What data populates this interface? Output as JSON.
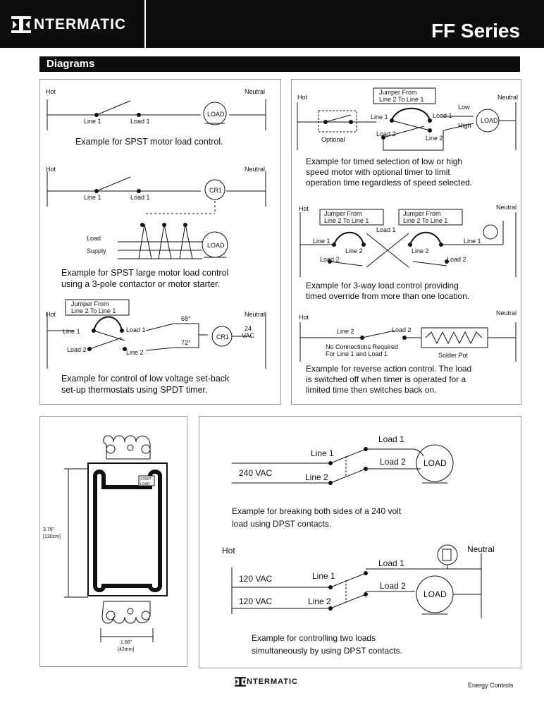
{
  "header": {
    "brand": "NTERMATIC",
    "series_title": "FF Series"
  },
  "section": {
    "title": "Diagrams"
  },
  "common": {
    "hot": "Hot",
    "neutral": "Neutral",
    "line1": "Line 1",
    "line2": "Line 2",
    "load1": "Load 1",
    "load2": "Load 2",
    "load": "LOAD",
    "cr1": "CR1",
    "low": "Low",
    "high": "High",
    "jumper_l2l1_a": "Jumper From",
    "jumper_l2l1_b": "Line 2 To Line 1",
    "load_word": "Load",
    "supply_word": "Supply",
    "optional": "Optional",
    "v24": "24",
    "vac": "VAC",
    "t68": "68°",
    "t72": "72°"
  },
  "diagrams": {
    "d1": {
      "caption": "Example for SPST motor load control."
    },
    "d2": {
      "caption_1": "Example for SPST large motor load control",
      "caption_2": "using a 3-pole contactor or motor starter."
    },
    "d3": {
      "caption_1": "Example for control of low voltage set-back",
      "caption_2": "set-up thermostats using SPDT timer."
    },
    "d4": {
      "caption_1": "Example for timed selection of low or high",
      "caption_2": "speed motor with optional timer to limit",
      "caption_3": "operation time regardless of speed selected."
    },
    "d5": {
      "caption_1": "Example for 3-way load control providing",
      "caption_2": "timed override from more than one location."
    },
    "d6": {
      "note_1": "No Connections Required",
      "note_2": "For Line 1 and Load 1",
      "solder_pot": "Solder Pot",
      "caption_1": "Example for reverse action control. The load",
      "caption_2": "is switched off when timer is operated for a",
      "caption_3": "limited time then switches back on."
    },
    "device": {
      "height_label_1": "3.76\"",
      "height_label_2": "[130cm]",
      "width_label_1": "1.66\"",
      "width_label_2": "[42mm]",
      "plate_1": "START",
      "plate_2": "LOAD"
    },
    "d7": {
      "voltage": "240 VAC",
      "caption_1": "Example for breaking both sides of a 240 volt",
      "caption_2": "load using DPST contacts."
    },
    "d8": {
      "voltage_1": "120 VAC",
      "voltage_2": "120 VAC",
      "caption_1": "Example for controlling two loads",
      "caption_2": "simultaneously by using DPST contacts."
    }
  },
  "footer": {
    "brand": "NTERMATIC",
    "tagline": "Energy Controls"
  }
}
